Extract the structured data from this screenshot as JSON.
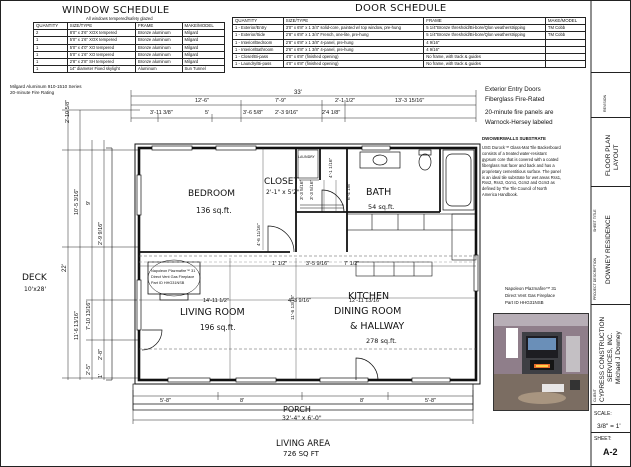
{
  "window_schedule": {
    "title": "WINDOW SCHEDULE",
    "subtitle": "All windows tempered/safety glazed",
    "columns": [
      "QUANTITY",
      "SIZE/TYPE",
      "FRAME",
      "MAKE/MODEL"
    ],
    "rows": [
      [
        "2",
        "8'0\" x 3'6\" XOX tempered",
        "Bronze aluminum",
        "Milgard"
      ],
      [
        "1",
        "5'0\" x 1'6\" XOX tempered",
        "Bronze aluminum",
        "Milgard"
      ],
      [
        "1",
        "5'0\" x 4'0\" XO tempered",
        "Bronze aluminum",
        "Milgard"
      ],
      [
        "1",
        "5'0\" x 1'6\" XO tempered",
        "Bronze aluminum",
        "Milgard"
      ],
      [
        "1",
        "2'8\" x 2'8\" SH tempered",
        "Bronze aluminum",
        "Milgard"
      ],
      [
        "1",
        "14\" diameter Fixed skylight",
        "Aluminum",
        "Sun Tunnel"
      ]
    ],
    "note_line1": "Milgard Aluminum 910-1510 Series",
    "note_line2": "20-minute Fire Rating"
  },
  "door_schedule": {
    "title": "DOOR SCHEDULE",
    "columns": [
      "QUANTITY",
      "SIZE/TYPE",
      "FRAME",
      "MAKE/MODEL"
    ],
    "rows": [
      [
        "1 - Exterior/Entry",
        "3'0\" x 6'8\" x 1 3/4\" solid-core, painted w/ top window, pre-hung",
        "5 1/4\"Bronze threshold/Bi-bore/Qlon weatherstripping",
        "TM Cobb"
      ],
      [
        "1 - Exterior/Side",
        "2'8\" x 6'8\" x 1 3/4\" French, one-lite, pre-hung",
        "5 1/4\"Bronze threshold/Bi-bore/Qlon weatherstripping",
        "TM Cobb"
      ],
      [
        "1 - Interior/Bedroom",
        "2'8\" x 6'8\" x 1 3/8\" 4-panel, pre-hung",
        "4 9/16\"",
        ""
      ],
      [
        "1 - Interior/Bathroom",
        "2'6\" x 6'8\" x 1 3/8\" 4-panel, pre-hung",
        "4 9/16\"",
        ""
      ],
      [
        "1 - Closet/Bi-pass",
        "4'0\" x 6'8\" (finished opening)",
        "No frame, with track & guides",
        ""
      ],
      [
        "1 - Laundry/Bi-pass",
        "4'0\" x 6'8\" (finished opening)",
        "No frame, with track & guides",
        ""
      ]
    ]
  },
  "notes": {
    "exterior_1": "Exterior Entry Doors",
    "exterior_2": "Fiberglass Fire-Rated",
    "exterior_3": "20-minute fire panels are",
    "exterior_4": "Warnock-Hersey labeled",
    "drywall_title": "DWOWERWALLS SUBSTRATE",
    "drywall_lines": [
      "USG Durock™ Glass-Mat Tile Backerboard",
      "consists of a treated water-resistant",
      "gypsum core that is covered with a coated",
      "fiberglass mat facer and back and has a",
      "proprietary cementitious surface. The panel",
      "is an ideal tile substrate for wet areas Rss1,",
      "Rss2, Rss3, Gcm1, Gcm2 and Gcm3 as",
      "defined by The Tile Council of North",
      "America Handbook."
    ],
    "fireplace_right_1": "Napoleon Plazmafire™ 31",
    "fireplace_right_2": "Direct Vent Gas Fireplace",
    "fireplace_right_3": "Part ID HHG31NSB"
  },
  "plan": {
    "overall_width": "33'",
    "dim_top": [
      "12'-6\"",
      "7'-9\"",
      "2'-1 1/2\"",
      "13'-3 15/16\""
    ],
    "dim_second": [
      "3'-11 3/8\"",
      "5'",
      "3'-6 5/8\"",
      "2'-3 9/16\"",
      "2'4 1/8\""
    ],
    "left_dims": [
      "2'-10 5/8\"",
      "10'-5 3/16\"",
      "9'",
      "2'-9 9/16\"",
      "11'-6 13/16\"",
      "7'-10 13/16\"",
      "2'-8\"",
      "2'-5\"",
      "1'",
      "22'"
    ],
    "rooms": {
      "bedroom": "BEDROOM",
      "bedroom_area": "136 sq.ft.",
      "closet": "CLOSET",
      "closet_dim": "2'-1\" x 5'2\"",
      "bath": "BATH",
      "bath_area": "54 sq.ft.",
      "kitchen": "KITCHEN",
      "dining": "DINING ROOM",
      "hallway": "& HALLWAY",
      "dining_area": "278 sq.ft.",
      "living": "LIVING ROOM",
      "living_area": "196 sq.ft.",
      "deck": "DECK",
      "deck_dim": "10'x28'",
      "porch": "PORCH",
      "porch_dim": "32'-4\" x 6'-0\"",
      "laundry": "LAUNDRY",
      "living_total": "LIVING AREA",
      "living_total_area": "726 SQ FT"
    },
    "interior_dims": [
      "3'-3 5/16\"",
      "3'-3 5/16\"",
      "4'-1 1/16\"",
      "6'-4 1/8\"",
      "4'-6 11/16\"",
      "1' 1/2\"",
      "3'-5 9/16\"",
      "7' 1/2\"",
      "11'-6 13/16\"",
      "14'-11 1/2\"",
      "4'-3 9/16\"",
      "12'-11 13/16\"",
      "5'-8\"",
      "8'",
      "8'",
      "5'-8\""
    ],
    "fireplace_label_1": "Napoleon Plazmafire™ 31",
    "fireplace_label_2": "Direct Vent Gas Fireplace",
    "fireplace_label_3": "Part ID HHG31NSB"
  },
  "title_block": {
    "drawing_title": "FLOOR PLAN",
    "drawing_subtitle": "LAYOUT",
    "project": "DOWNEY RESIDENCE",
    "company_1": "CYPRESS CONSTRUCTION",
    "company_2": "SERVICES, INC.",
    "company_3": "Michael J Downey",
    "scale_label": "SCALE:",
    "scale_value": "3/8\" = 1'",
    "sheet_label": "SHEET:",
    "sheet_value": "A-2",
    "sheet_title_label": "SHEET TITLE",
    "project_label": "PROJECT DESCRIPTION",
    "client_label": "CLIENT",
    "revision_label": "REVISION"
  }
}
